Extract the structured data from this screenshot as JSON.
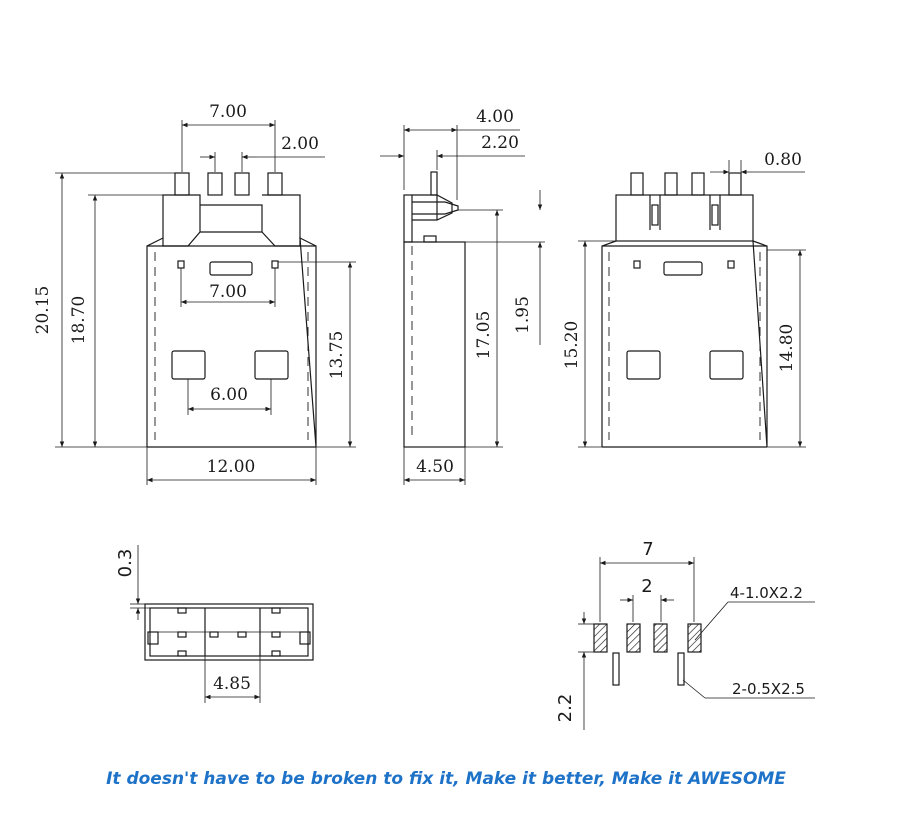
{
  "dimensions": {
    "front": {
      "top_pitch_width": "7.00",
      "pin_pitch": "2.00",
      "overall_height": "20.15",
      "body_with_pins_height": "18.70",
      "slot_spacing": "7.00",
      "window_spacing": "6.00",
      "right_height": "13.75",
      "width": "12.00"
    },
    "side": {
      "top_width": "4.00",
      "pin_offset": "2.20",
      "height": "17.05",
      "pin_height": "1.95",
      "thickness": "4.50"
    },
    "back": {
      "pin_width": "0.80",
      "height_left": "15.20",
      "height_right": "14.80"
    },
    "end": {
      "gap": "0.3",
      "inner_width": "4.85"
    },
    "footprint": {
      "pitch_outer": "7",
      "pitch_inner": "2",
      "pad_spec": "4-1.0X2.2",
      "slot_spec": "2-0.5X2.5",
      "pad_height": "2.2"
    }
  },
  "slogan": "It doesn't have to be broken to fix it, Make it better, Make it AWESOME",
  "colors": {
    "line": "#1a1a1a",
    "slogan": "#1e73c8",
    "background": "#ffffff"
  }
}
